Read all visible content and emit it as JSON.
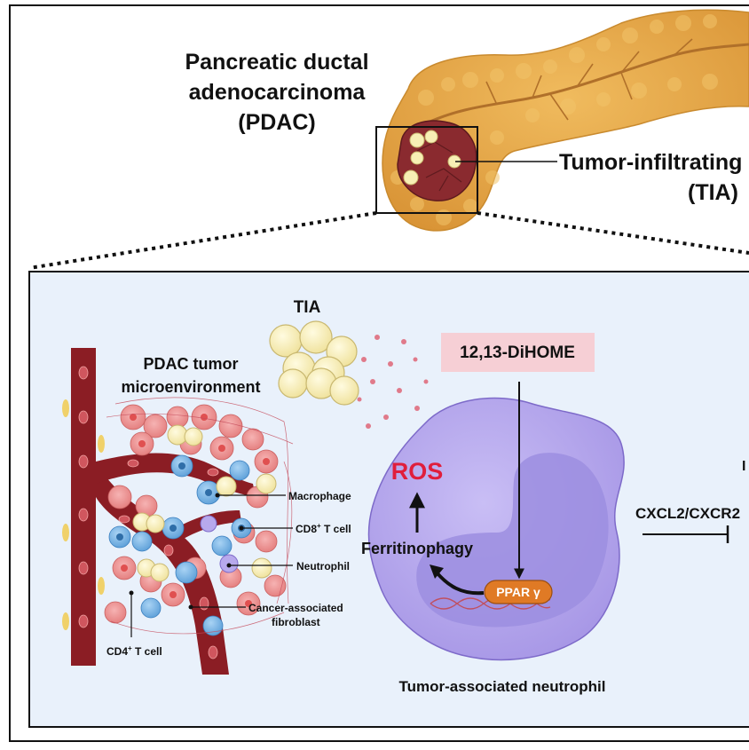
{
  "header": {
    "pdac_line1": "Pancreatic ductal",
    "pdac_line2": "adenocarcinoma",
    "pdac_line3": "(PDAC)",
    "tia_line1": "Tumor-infiltrating",
    "tia_line2": "(TIA)"
  },
  "panel": {
    "tia_label": "TIA",
    "microenv_line1": "PDAC tumor",
    "microenv_line2": "microenvironment",
    "macrophage": "Macrophage",
    "cd8": "CD8",
    "cd8_sup": "+",
    "cd8_suffix": " T cell",
    "neutrophil": "Neutrophil",
    "caf_line1": "Cancer-associated",
    "caf_line2": "fibroblast",
    "cd4": "CD4",
    "cd4_sup": "+",
    "cd4_suffix": " T cell",
    "dihome": "12,13-DiHOME",
    "ros": "ROS",
    "ferritinophagy": "Ferritinophagy",
    "ppar": "PPAR γ",
    "cxcl": "CXCL2/CXCR2",
    "cut_letter": "I",
    "tan": "Tumor-associated neutrophil"
  },
  "colors": {
    "pancreas": "#e3a547",
    "tumor": "#8a2a2f",
    "adipocyte": "#f5ecb0",
    "neutrophil_fill": "#b7a9ec",
    "nucleus": "#9c8ee0",
    "vessel": "#8b1d24",
    "ros": "#e01e3c",
    "dihome_box": "#f6cfd5",
    "ppar": "#e07a25",
    "panel_bg": "#e9f1fb"
  }
}
